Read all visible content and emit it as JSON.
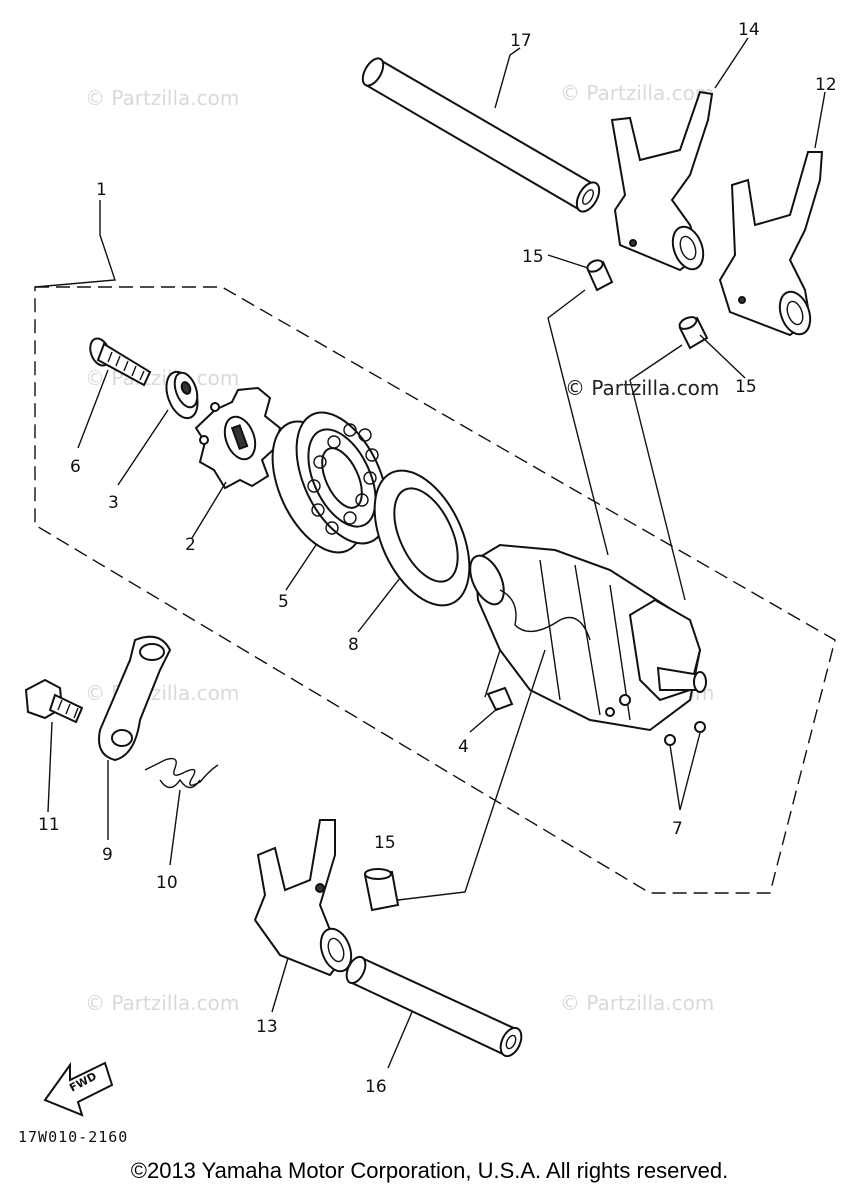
{
  "diagram": {
    "part_labels": {
      "p1": "1",
      "p2": "2",
      "p3": "3",
      "p4": "4",
      "p5": "5",
      "p6": "6",
      "p7": "7",
      "p8": "8",
      "p9": "9",
      "p10": "10",
      "p11": "11",
      "p12": "12",
      "p13": "13",
      "p14": "14",
      "p15a": "15",
      "p15b": "15",
      "p15c": "15",
      "p16": "16",
      "p17": "17"
    },
    "fwd_label": "FWD",
    "diagram_code": "17W010-2160"
  },
  "watermarks": {
    "site": "© Partzilla.com",
    "site_prominent": "© Partzilla.com"
  },
  "footer": {
    "copyright": "©2013 Yamaha Motor Corporation, U.S.A. All rights reserved."
  }
}
